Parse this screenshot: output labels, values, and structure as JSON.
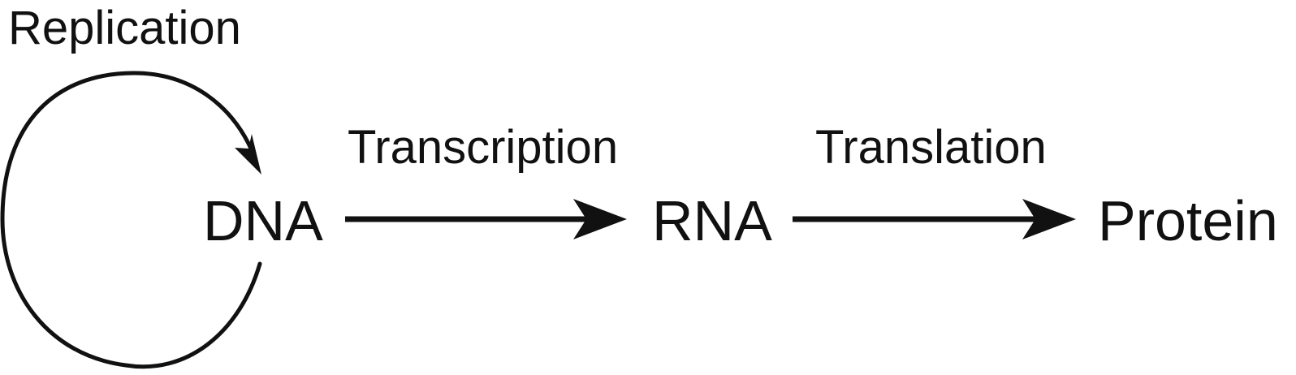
{
  "nodes": {
    "dna": "DNA",
    "rna": "RNA",
    "protein": "Protein"
  },
  "processes": {
    "replication": "Replication",
    "transcription": "Transcription",
    "translation": "Translation"
  },
  "colors": {
    "ink": "#111111",
    "background": "#ffffff"
  }
}
